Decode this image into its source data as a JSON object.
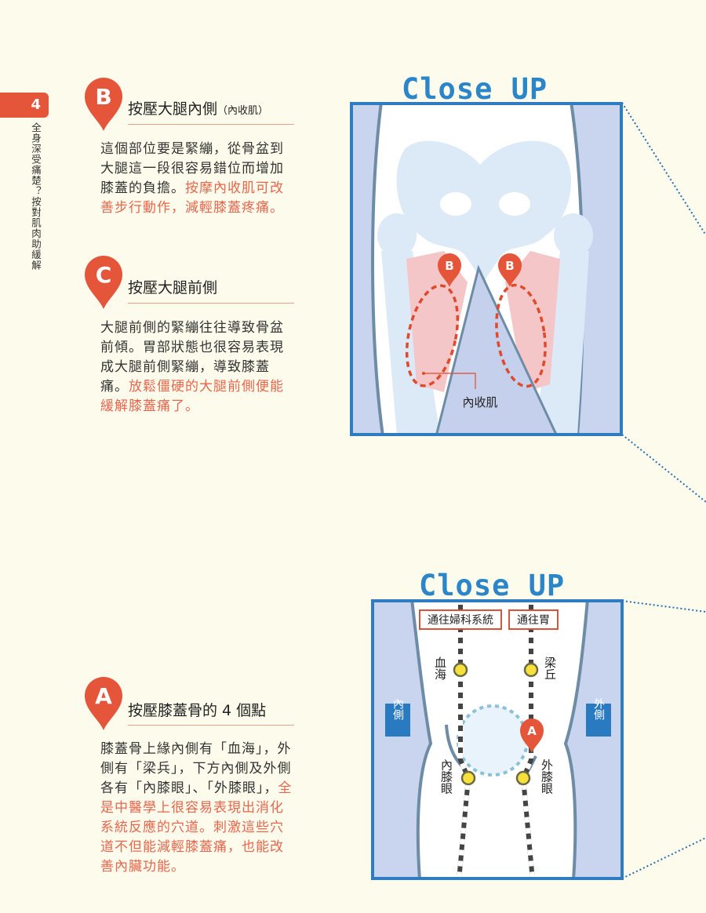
{
  "sidebar": {
    "chapter_number": "4",
    "chapter_title": "全身深受痛楚？按對肌肉助緩解"
  },
  "colors": {
    "accent": "#e5553a",
    "blue": "#2b86c9",
    "highlight": "#e8664b"
  },
  "sections": {
    "b": {
      "letter": "B",
      "title": "按壓大腿內側",
      "title_note": "（內收肌）",
      "body": "這個部位要是緊繃，從骨盆到大腿這一段很容易錯位而增加膝蓋的負擔。",
      "body_highlight": "按摩內收肌可改善步行動作，減輕膝蓋疼痛。"
    },
    "c": {
      "letter": "C",
      "title": "按壓大腿前側",
      "body": "大腿前側的緊繃往往導致骨盆前傾。胃部狀態也很容易表現成大腿前側緊繃，導致膝蓋痛。",
      "body_highlight": "放鬆僵硬的大腿前側便能緩解膝蓋痛了。"
    },
    "a": {
      "letter": "A",
      "title": "按壓膝蓋骨的 4 個點",
      "body": "膝蓋骨上緣內側有「血海」，外側有「梁兵」，下方內側及外側各有「內膝眼」、「外膝眼」，",
      "body_highlight": "全是中醫學上很容易表現出消化系統反應的穴道。刺激這些穴道不但能減輕膝蓋痛，也能改善內臟功能。"
    }
  },
  "hip_diagram": {
    "title": "Close UP",
    "marker_left": "B",
    "marker_right": "B",
    "muscle_label": "內收肌"
  },
  "knee_diagram": {
    "title": "Close UP",
    "route_left": "通往婦科系統",
    "route_right": "通往胃",
    "point_top_left": "血海",
    "point_top_right": "梁丘",
    "point_bottom_left": "內膝眼",
    "point_bottom_right": "外膝眼",
    "side_inner": "內側",
    "side_outer": "外側",
    "marker": "A"
  }
}
